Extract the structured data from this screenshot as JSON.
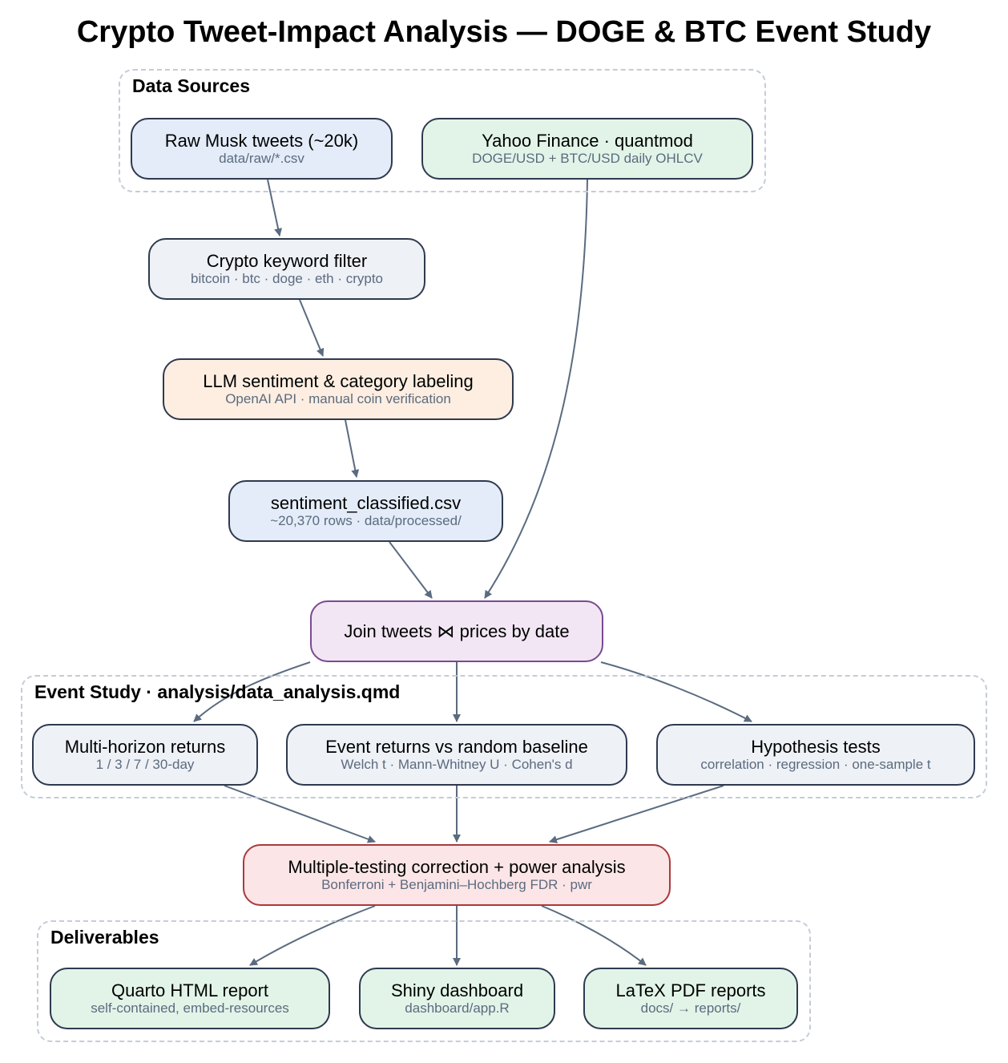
{
  "title": "Crypto Tweet-Impact Analysis — DOGE & BTC Event Study",
  "clusters": {
    "sources": "Data Sources",
    "event": "Event Study · analysis/data_analysis.qmd",
    "deliverables": "Deliverables"
  },
  "nodes": {
    "raw_tweets": {
      "title": "Raw Musk tweets (~20k)",
      "sub": "data/raw/*.csv"
    },
    "yahoo": {
      "title": "Yahoo Finance · quantmod",
      "sub": "DOGE/USD + BTC/USD daily OHLCV"
    },
    "keyword": {
      "title": "Crypto keyword filter",
      "sub": "bitcoin · btc · doge · eth · crypto"
    },
    "llm": {
      "title": "LLM sentiment & category labeling",
      "sub": "OpenAI API · manual coin verification"
    },
    "classified": {
      "title": "sentiment_classified.csv",
      "sub": "~20,370 rows · data/processed/"
    },
    "join": {
      "title": "Join tweets ⋈ prices by date"
    },
    "multi": {
      "title": "Multi-horizon returns",
      "sub": "1 / 3 / 7 / 30-day"
    },
    "event_ret": {
      "title": "Event returns vs random baseline",
      "sub": "Welch t · Mann-Whitney U · Cohen's d"
    },
    "hyp": {
      "title": "Hypothesis tests",
      "sub": "correlation · regression · one-sample t"
    },
    "mtc": {
      "title": "Multiple-testing correction + power analysis",
      "sub": "Bonferroni + Benjamini–Hochberg FDR · pwr"
    },
    "quarto": {
      "title": "Quarto HTML report",
      "sub": "self-contained, embed-resources"
    },
    "shiny": {
      "title": "Shiny dashboard",
      "sub": "dashboard/app.R"
    },
    "latex": {
      "title": "LaTeX PDF reports",
      "sub": "docs/ → reports/"
    }
  },
  "colors": {
    "edge": "#5b6b7f",
    "blue_fill": "#e3ecf8",
    "green_fill": "#e2f4e8",
    "gray_fill": "#eef1f6",
    "orange_fill": "#fdeee1",
    "purple_fill": "#f2e6f4",
    "red_fill": "#fce5e6"
  }
}
